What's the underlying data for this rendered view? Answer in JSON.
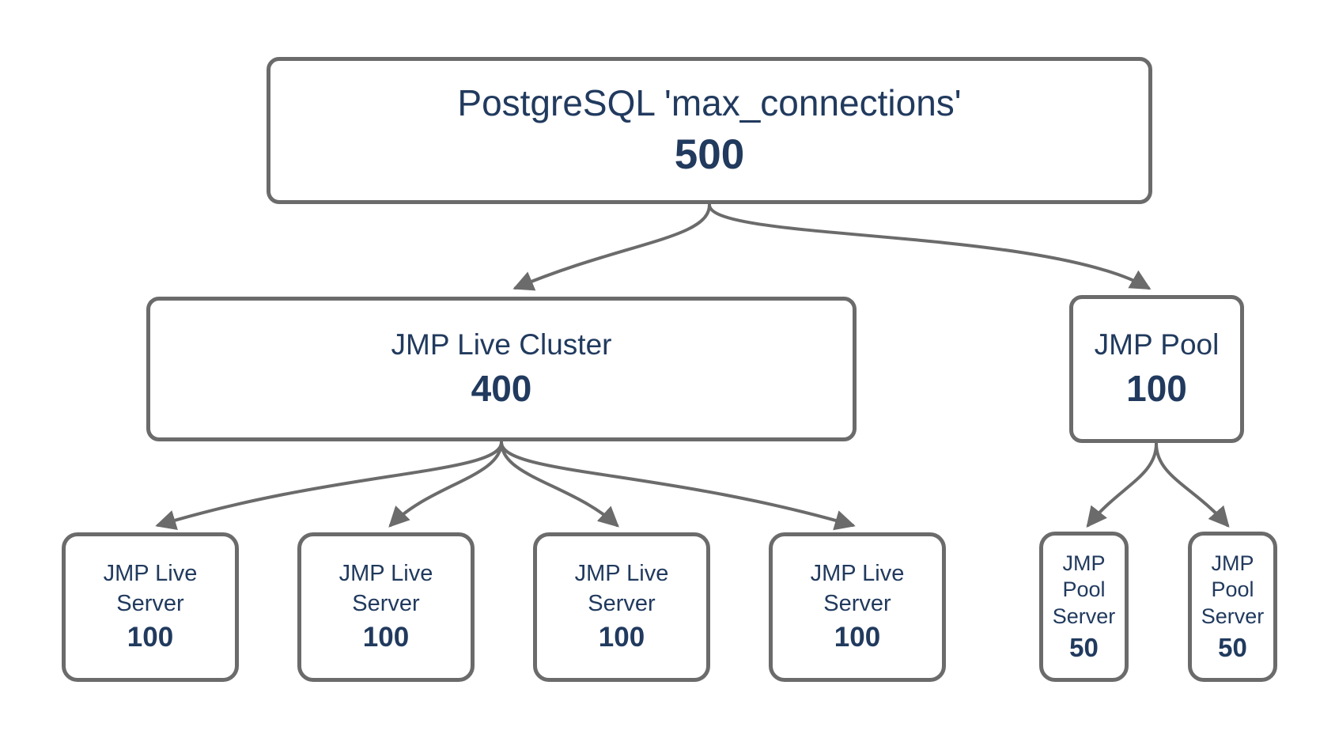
{
  "nodes": {
    "root": {
      "label": "PostgreSQL 'max_connections'",
      "value": "500"
    },
    "cluster": {
      "label": "JMP Live Cluster",
      "value": "400"
    },
    "pool": {
      "label": "JMP Pool",
      "value": "100"
    },
    "live_servers": [
      {
        "label": "JMP Live Server",
        "value": "100"
      },
      {
        "label": "JMP Live Server",
        "value": "100"
      },
      {
        "label": "JMP Live Server",
        "value": "100"
      },
      {
        "label": "JMP Live Server",
        "value": "100"
      }
    ],
    "pool_servers": [
      {
        "label": "JMP Pool Server",
        "value": "50"
      },
      {
        "label": "JMP Pool Server",
        "value": "50"
      }
    ]
  },
  "colors": {
    "text": "#213a5e",
    "connector": "#6b6b6b",
    "node_border": "#6b6b6b",
    "background": "#ffffff"
  }
}
